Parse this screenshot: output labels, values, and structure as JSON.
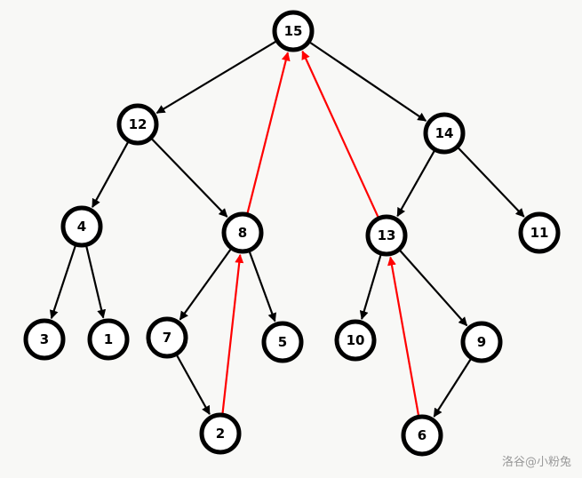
{
  "nodes": [
    {
      "id": "15",
      "label": "15"
    },
    {
      "id": "12",
      "label": "12"
    },
    {
      "id": "14",
      "label": "14"
    },
    {
      "id": "4",
      "label": "4"
    },
    {
      "id": "8",
      "label": "8"
    },
    {
      "id": "13",
      "label": "13"
    },
    {
      "id": "11",
      "label": "11"
    },
    {
      "id": "3",
      "label": "3"
    },
    {
      "id": "1",
      "label": "1"
    },
    {
      "id": "7",
      "label": "7"
    },
    {
      "id": "5",
      "label": "5"
    },
    {
      "id": "10",
      "label": "10"
    },
    {
      "id": "9",
      "label": "9"
    },
    {
      "id": "2",
      "label": "2"
    },
    {
      "id": "6",
      "label": "6"
    }
  ],
  "edges": [
    {
      "from": "15",
      "to": "12",
      "type": "tree"
    },
    {
      "from": "15",
      "to": "14",
      "type": "tree"
    },
    {
      "from": "12",
      "to": "4",
      "type": "tree"
    },
    {
      "from": "12",
      "to": "8",
      "type": "tree"
    },
    {
      "from": "14",
      "to": "13",
      "type": "tree"
    },
    {
      "from": "14",
      "to": "11",
      "type": "tree"
    },
    {
      "from": "4",
      "to": "3",
      "type": "tree"
    },
    {
      "from": "4",
      "to": "1",
      "type": "tree"
    },
    {
      "from": "8",
      "to": "7",
      "type": "tree"
    },
    {
      "from": "8",
      "to": "5",
      "type": "tree"
    },
    {
      "from": "13",
      "to": "10",
      "type": "tree"
    },
    {
      "from": "13",
      "to": "9",
      "type": "tree"
    },
    {
      "from": "7",
      "to": "2",
      "type": "tree"
    },
    {
      "from": "9",
      "to": "6",
      "type": "tree"
    },
    {
      "from": "8",
      "to": "15",
      "type": "highlight"
    },
    {
      "from": "13",
      "to": "15",
      "type": "highlight"
    },
    {
      "from": "2",
      "to": "8",
      "type": "highlight"
    },
    {
      "from": "6",
      "to": "13",
      "type": "highlight"
    }
  ],
  "colors": {
    "tree": "#000000",
    "highlight": "#ff0000",
    "node_fill": "#ffffff",
    "node_stroke": "#000000"
  },
  "watermark": "洛谷@小粉兔"
}
